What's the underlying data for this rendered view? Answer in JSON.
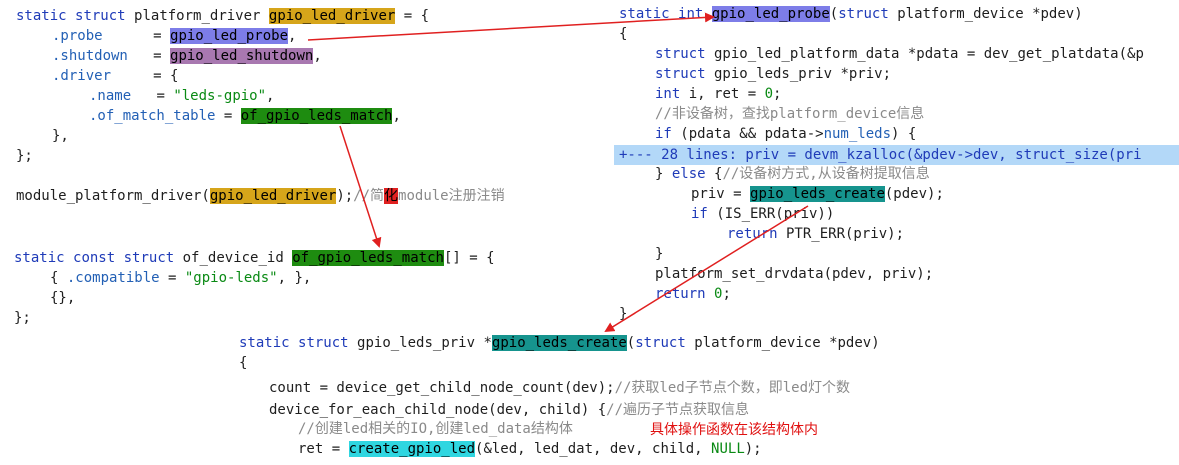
{
  "driver_block": {
    "l1": {
      "kw1": "static",
      "kw2": "struct",
      "type": "platform_driver",
      "name": "gpio_led_driver",
      "rest": " = {"
    },
    "l2": {
      "field": ".probe",
      "eq": "      = ",
      "val": "gpio_led_probe",
      "end": ","
    },
    "l3": {
      "field": ".shutdown",
      "eq": "   = ",
      "val": "gpio_led_shutdown",
      "end": ","
    },
    "l4": {
      "field": ".driver",
      "rest": "     = {"
    },
    "l5": {
      "field": ".name",
      "eq": "   = ",
      "val": "\"leds-gpio\"",
      "end": ","
    },
    "l6": {
      "field": ".of_match_table",
      "eq": " = ",
      "val": "of_gpio_leds_match",
      "end": ","
    },
    "l7": "},",
    "l8": "};"
  },
  "module_line": {
    "pre": "module_platform_driver(",
    "name": "gpio_led_driver",
    "post": ");",
    "comment_a": "//简",
    "comment_mark": "化",
    "comment_b": "module注册注销"
  },
  "match_block": {
    "l1": {
      "kw1": "static",
      "kw2": "const",
      "kw3": "struct",
      "type": "of_device_id",
      "name": "of_gpio_leds_match",
      "rest": "[] = {"
    },
    "l2": {
      "pre": "{ ",
      "field": ".compatible",
      "eq": " = ",
      "val": "\"gpio-leds\"",
      "post": ", },"
    },
    "l3": "{},",
    "l4": "};"
  },
  "probe_block": {
    "l1": {
      "kw1": "static",
      "kw2": "int",
      "name": "gpio_led_probe",
      "pre": "(",
      "kw3": "struct",
      "rest": " platform_device *pdev)"
    },
    "l2": "{",
    "l3": {
      "kw": "struct",
      "rest": " gpio_led_platform_data *pdata = dev_get_platdata(&p"
    },
    "l4": {
      "kw": "struct",
      "rest": " gpio_leds_priv *priv;"
    },
    "l5": {
      "kw": "int",
      "mid": " i, ret = ",
      "num": "0",
      "end": ";"
    },
    "l6": "//非设备树，查找platform_device信息",
    "l7": {
      "kw": "if",
      "pre": " (pdata && pdata->",
      "mem": "num_leds",
      "post": ") {"
    },
    "fold": "+--- 28 lines: priv = devm_kzalloc(&pdev->dev, struct_size(pri",
    "l9": {
      "pre": "} ",
      "kw": "else",
      "post": " {",
      "cmt": "//设备树方式,从设备树提取信息"
    },
    "l10": {
      "pre": "priv = ",
      "name": "gpio_leds_create",
      "post": "(pdev);"
    },
    "l11": {
      "kw": "if",
      "rest": " (IS_ERR(priv))"
    },
    "l12": {
      "kw": "return",
      "rest": " PTR_ERR(priv);"
    },
    "l13": "}",
    "l14": "platform_set_drvdata(pdev, priv);",
    "l15": {
      "kw": "return",
      "sp": " ",
      "num": "0",
      "end": ";"
    },
    "l16": "}"
  },
  "create_block": {
    "l1": {
      "kw1": "static",
      "kw2": "struct",
      "type": "gpio_leds_priv",
      "star": " *",
      "name": "gpio_leds_create",
      "pre": "(",
      "kw3": "struct",
      "rest": " platform_device *pdev)"
    },
    "l2": "{",
    "l3": {
      "code": "count = device_get_child_node_count(dev);",
      "cmt": "//获取led子节点个数，即led灯个数"
    },
    "l4": {
      "code": "device_for_each_child_node(dev, child) {",
      "cmt": "//遍历子节点获取信息"
    },
    "l5": "//创建led相关的IO,创建led_data结构体",
    "l6": {
      "pre": "ret = ",
      "name": "create_gpio_led",
      "mid": "(&led, led_dat, dev, child, ",
      "null": "NULL",
      "end": ");"
    }
  },
  "annotation": "具体操作函数在该结构体内",
  "colors": {
    "keyword": "#1f3bb8",
    "highlight_gold": "#d6a51a",
    "highlight_purple": "#7d7de8",
    "highlight_mauve": "#a878b0",
    "highlight_green": "#1e8c10",
    "highlight_teal": "#16948e",
    "highlight_cyan": "#2fd6e0",
    "fold_bar": "#b3d8f8",
    "arrow": "#e02020"
  }
}
